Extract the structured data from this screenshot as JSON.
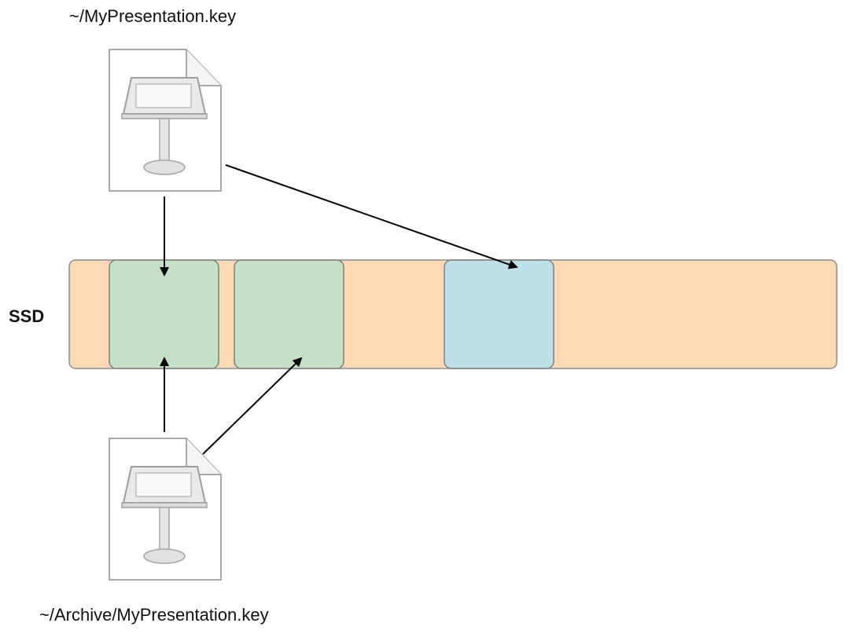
{
  "files": {
    "top_path": "~/MyPresentation.key",
    "bottom_path": "~/Archive/MyPresentation.key"
  },
  "storage": {
    "label": "SSD",
    "blocks": [
      {
        "kind": "shared"
      },
      {
        "kind": "shared"
      },
      {
        "kind": "modified"
      }
    ]
  },
  "colors": {
    "ssd_fill": "#fdd9b5",
    "shared_block_fill": "#c4e1c8",
    "modified_block_fill": "#bcdfe9",
    "block_stroke": "#7f7f7f",
    "arrow": "#000000",
    "document_stroke": "#a9a9a9"
  },
  "icons": {
    "document": "keynote-document-icon"
  }
}
